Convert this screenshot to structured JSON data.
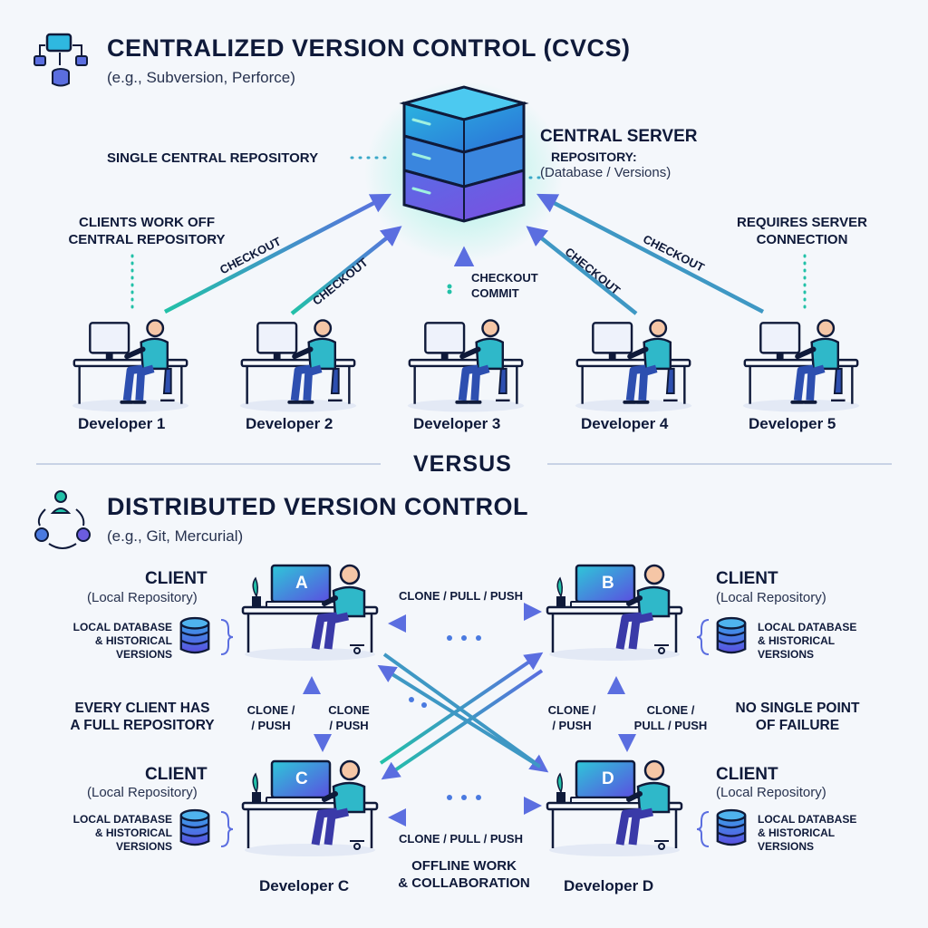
{
  "cvcs": {
    "title": "CENTRALIZED VERSION CONTROL (CVCS)",
    "subtitle": "(e.g., Subversion, Perforce)",
    "server_title": "CENTRAL SERVER",
    "server_repo": "REPOSITORY:",
    "server_db": "(Database / Versions)",
    "single_repo_label": "SINGLE CENTRAL REPOSITORY",
    "clients_work_1": "CLIENTS WORK OFF",
    "clients_work_2": "CENTRAL REPOSITORY",
    "requires_1": "REQUIRES SERVER",
    "requires_2": "CONNECTION",
    "checkout": "CHECKOUT",
    "checkout_commit_1": "CHECKOUT",
    "checkout_commit_2": "COMMIT",
    "developers": [
      "Developer 1",
      "Developer 2",
      "Developer 3",
      "Developer 4",
      "Developer 5"
    ]
  },
  "versus": "VERSUS",
  "dvcs": {
    "title": "DISTRIBUTED VERSION CONTROL",
    "subtitle": "(e.g., Git, Mercurial)",
    "client": "CLIENT",
    "local_repo": "(Local Repository)",
    "local_db_1": "LOCAL DATABASE",
    "local_db_2": "& HISTORICAL",
    "local_db_3": "VERSIONS",
    "clone_pull_push": "CLONE / PULL / PUSH",
    "clone_slash": "CLONE /",
    "push_slash": "/ PUSH",
    "clone": "CLONE",
    "pull_push": "PULL / PUSH",
    "every_client_1": "EVERY CLIENT HAS",
    "every_client_2": "A FULL REPOSITORY",
    "no_single_1": "NO SINGLE POINT",
    "no_single_2": "OF FAILURE",
    "offline_1": "OFFLINE WORK",
    "offline_2": "& COLLABORATION",
    "screen_letters": [
      "A",
      "B",
      "C",
      "D"
    ],
    "developer_c": "Developer C",
    "developer_d": "Developer D"
  },
  "colors": {
    "teal": "#22c1a8",
    "blue": "#4a7ae0",
    "purple": "#6b5ce0",
    "navy": "#0f1a3a"
  }
}
